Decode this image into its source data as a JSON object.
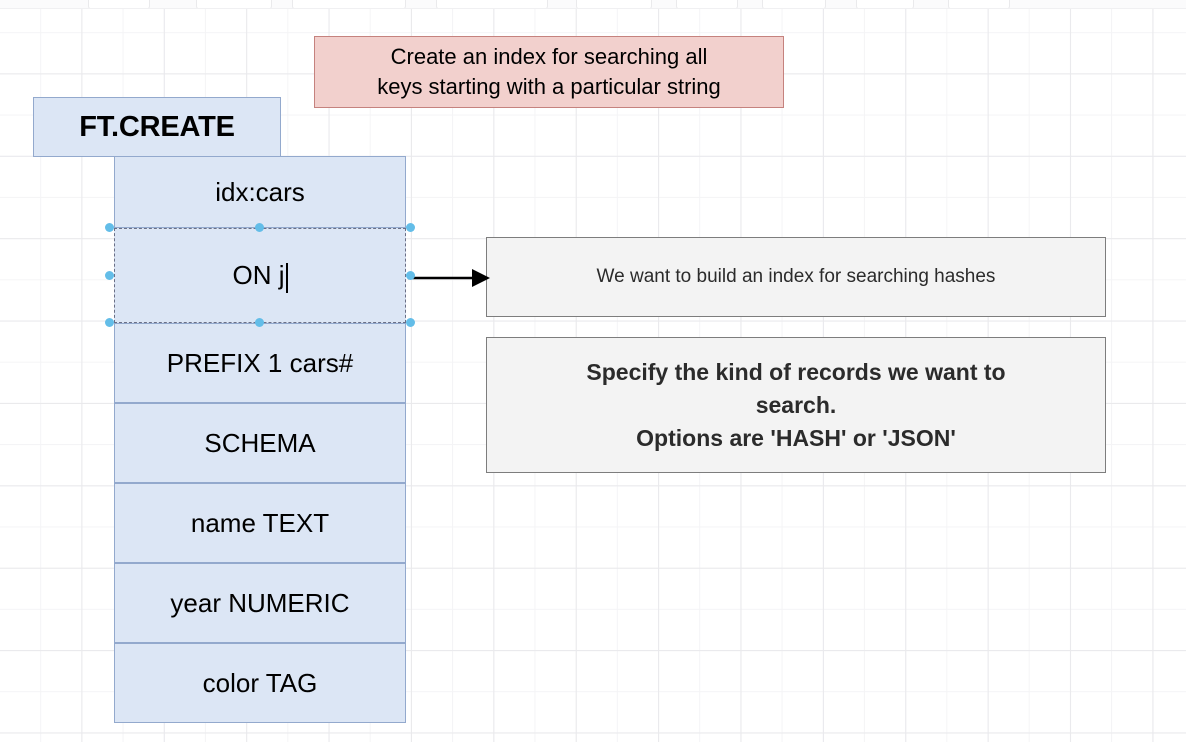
{
  "canvas": {
    "grid": true,
    "background_color": "#ffffff",
    "grid_color": "#e9e9ec"
  },
  "colors": {
    "blue_fill": "#dce6f5",
    "blue_border": "#93a9cd",
    "pink_fill": "#f2d0cd",
    "pink_border": "#c5827e",
    "grey_fill": "#f3f3f3",
    "grey_border": "#7d7d7d",
    "handle": "#63bde8",
    "text": "#000000"
  },
  "command_header": {
    "label": "FT.CREATE"
  },
  "command_cells": [
    {
      "label": "idx:cars",
      "editing": false
    },
    {
      "label": "ON j",
      "editing": true
    },
    {
      "label": "PREFIX 1 cars#",
      "editing": false
    },
    {
      "label": "SCHEMA",
      "editing": false
    },
    {
      "label": "name TEXT",
      "editing": false
    },
    {
      "label": "year NUMERIC",
      "editing": false
    },
    {
      "label": "color TAG",
      "editing": false
    }
  ],
  "pink_note": {
    "line1": "Create an index for searching all",
    "line2": "keys starting with a particular string"
  },
  "grey_note_1": {
    "line1": "We want to build an index for searching hashes"
  },
  "grey_note_2": {
    "line1": "Specify the kind of records we want to",
    "line2": "search.",
    "line3": "Options are 'HASH' or 'JSON'"
  }
}
